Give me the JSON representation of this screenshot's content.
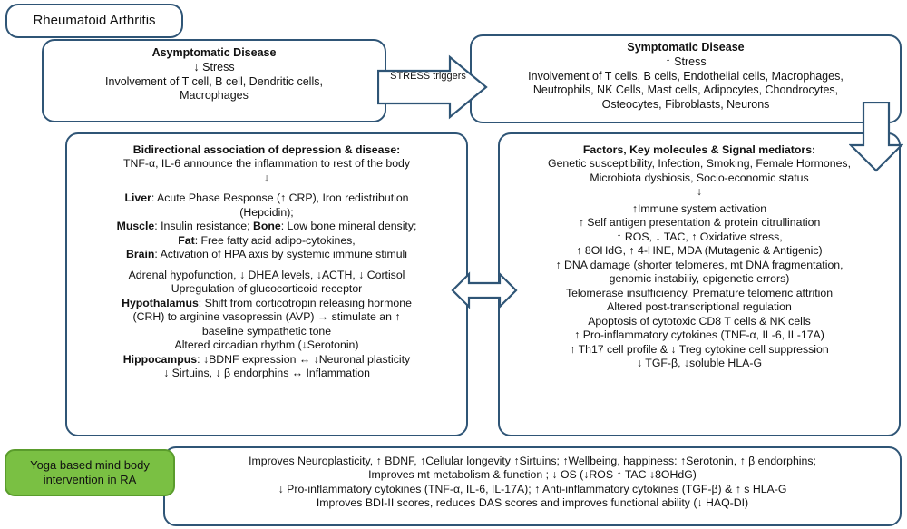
{
  "diagram": {
    "title": "Rheumatoid Arthritis",
    "title_box": {
      "label": "Rheumatoid Arthritis"
    },
    "asymptomatic": {
      "heading": "Asymptomatic Disease",
      "lines": [
        "↓ Stress",
        "Involvement of T cell, B cell, Dendritic cells,",
        "Macrophages"
      ]
    },
    "symptomatic": {
      "heading": "Symptomatic Disease",
      "lines": [
        "↑ Stress",
        "Involvement of T cells, B cells, Endothelial cells, Macrophages,",
        "Neutrophils, NK Cells, Mast cells, Adipocytes, Chondrocytes,",
        "Osteocytes, Fibroblasts, Neurons"
      ]
    },
    "stress_arrow_label": "STRESS triggers",
    "depression": {
      "heading": "Bidirectional association of depression & disease:",
      "line1": "TNF-α, IL-6 announce the inflammation to rest of the body",
      "line2": "↓",
      "liver_label": "Liver",
      "liver_text": ": Acute Phase Response (↑ CRP), Iron redistribution",
      "liver_text2": "(Hepcidin);",
      "muscle_label": "Muscle",
      "muscle_text": ": Insulin resistance; ",
      "bone_label": "Bone",
      "bone_text": ": Low bone mineral density;",
      "fat_label": "Fat",
      "fat_text": ": Free fatty acid adipo-cytokines,",
      "brain_label": "Brain",
      "brain_text": ": Activation of HPA axis by systemic immune stimuli",
      "adrenal": "Adrenal hypofunction, ↓ DHEA levels, ↓ACTH, ↓ Cortisol",
      "upregulation": "Upregulation of glucocorticoid receptor",
      "hypothalamus_label": "Hypothalamus",
      "hypothalamus_text": ": Shift from corticotropin releasing hormone",
      "hypothalamus_text2": "(CRH) to arginine vasopressin (AVP)  → stimulate an ↑",
      "hypothalamus_text3": "baseline sympathetic tone",
      "circadian": "Altered circadian rhythm (↓Serotonin)",
      "hippocampus_label": "Hippocampus",
      "hippocampus_text": ": ↓BDNF expression ↔ ↓Neuronal plasticity",
      "sirtuins": "↓ Sirtuins, ↓ β endorphins ↔ Inflammation"
    },
    "factors": {
      "heading": "Factors, Key molecules & Signal mediators:",
      "lines": [
        "Genetic susceptibility, Infection, Smoking, Female Hormones,",
        "Microbiota dysbiosis, Socio-economic status",
        "↓",
        "↑Immune system activation",
        "↑ Self antigen presentation & protein citrullination",
        "↑ ROS, ↓ TAC, ↑ Oxidative stress,",
        "↑ 8OHdG, ↑ 4-HNE, MDA (Mutagenic & Antigenic)",
        "↑ DNA damage (shorter telomeres, mt DNA fragmentation,",
        "genomic instabiliy, epigenetic errors)",
        "Telomerase insufficiency, Premature telomeric attrition",
        "Altered post-transcriptional regulation",
        "Apoptosis of cytotoxic CD8 T cells & NK cells",
        "↑ Pro-inflammatory cytokines (TNF-α, IL-6, IL-17A)",
        "↑ Th17 cell profile & ↓ Treg cytokine cell suppression",
        "↓ TGF-β, ↓soluble HLA-G"
      ]
    },
    "yoga": {
      "line1": "Yoga based mind body",
      "line2": "intervention  in RA"
    },
    "outcomes": {
      "lines": [
        "Improves Neuroplasticity, ↑ BDNF, ↑Cellular longevity ↑Sirtuins; ↑Wellbeing, happiness: ↑Serotonin, ↑ β endorphins;",
        "Improves mt metabolism & function ; ↓ OS (↓ROS ↑ TAC ↓8OHdG)",
        "↓ Pro-inflammatory cytokines (TNF-α, IL-6, IL-17A); ↑ Anti-inflammatory cytokines (TGF-β) & ↑ s HLA-G",
        "Improves BDI-II scores, reduces DAS scores and improves functional ability (↓ HAQ-DI)"
      ]
    },
    "colors": {
      "border": "#2f5576",
      "yoga_fill": "#7ac043",
      "yoga_border": "#5a9c2c",
      "background": "#ffffff",
      "text": "#111111"
    },
    "icons": {
      "stress_arrow": "block-arrow-right",
      "down_arrow": "block-arrow-down",
      "bidirectional_arrow": "block-arrow-left-right"
    }
  }
}
